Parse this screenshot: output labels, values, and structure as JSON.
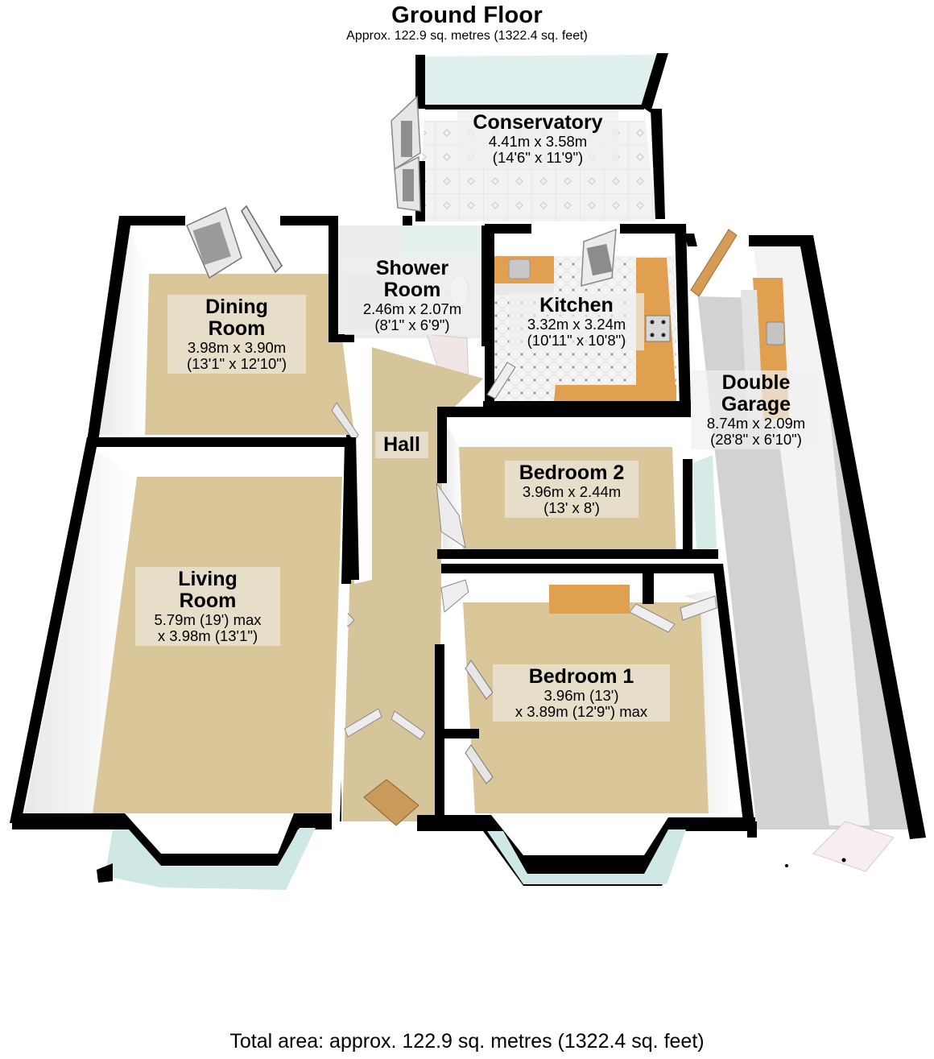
{
  "header": {
    "title": "Ground Floor",
    "subtitle": "Approx. 122.9 sq. metres (1322.4 sq. feet)"
  },
  "rooms": {
    "conservatory": {
      "name": "Conservatory",
      "dim_metric": "4.41m x 3.58m",
      "dim_imperial": "(14'6\" x 11'9\")"
    },
    "shower_room": {
      "name_line1": "Shower",
      "name_line2": "Room",
      "dim_metric": "2.46m x 2.07m",
      "dim_imperial": "(8'1\" x 6'9\")"
    },
    "kitchen": {
      "name": "Kitchen",
      "dim_metric": "3.32m x 3.24m",
      "dim_imperial": "(10'11\" x 10'8\")"
    },
    "dining_room": {
      "name_line1": "Dining",
      "name_line2": "Room",
      "dim_metric": "3.98m x 3.90m",
      "dim_imperial": "(13'1\" x 12'10\")"
    },
    "double_garage": {
      "name_line1": "Double",
      "name_line2": "Garage",
      "dim_metric": "8.74m x 2.09m",
      "dim_imperial": "(28'8\" x 6'10\")"
    },
    "hall": {
      "name": "Hall"
    },
    "bedroom_2": {
      "name": "Bedroom 2",
      "dim_metric": "3.96m x 2.44m",
      "dim_imperial": "(13' x 8')"
    },
    "living_room": {
      "name_line1": "Living",
      "name_line2": "Room",
      "dim_line1": "5.79m (19') max",
      "dim_line2": "x 3.98m (13'1\")"
    },
    "bedroom_1": {
      "name": "Bedroom 1",
      "dim_line1": "3.96m (13')",
      "dim_line2": "x 3.89m (12'9\") max"
    }
  },
  "colors": {
    "wall": "#000000",
    "carpet": "#d9c79a",
    "tile_floor": "#eeeeee",
    "garage_floor": "#d4d4d4",
    "worktop": "#e0a050",
    "glass": "#cfe8e6",
    "inner_wall": "#f4f4f4"
  },
  "footer": {
    "total_area": "Total area: approx. 122.9 sq. metres (1322.4 sq. feet)"
  }
}
